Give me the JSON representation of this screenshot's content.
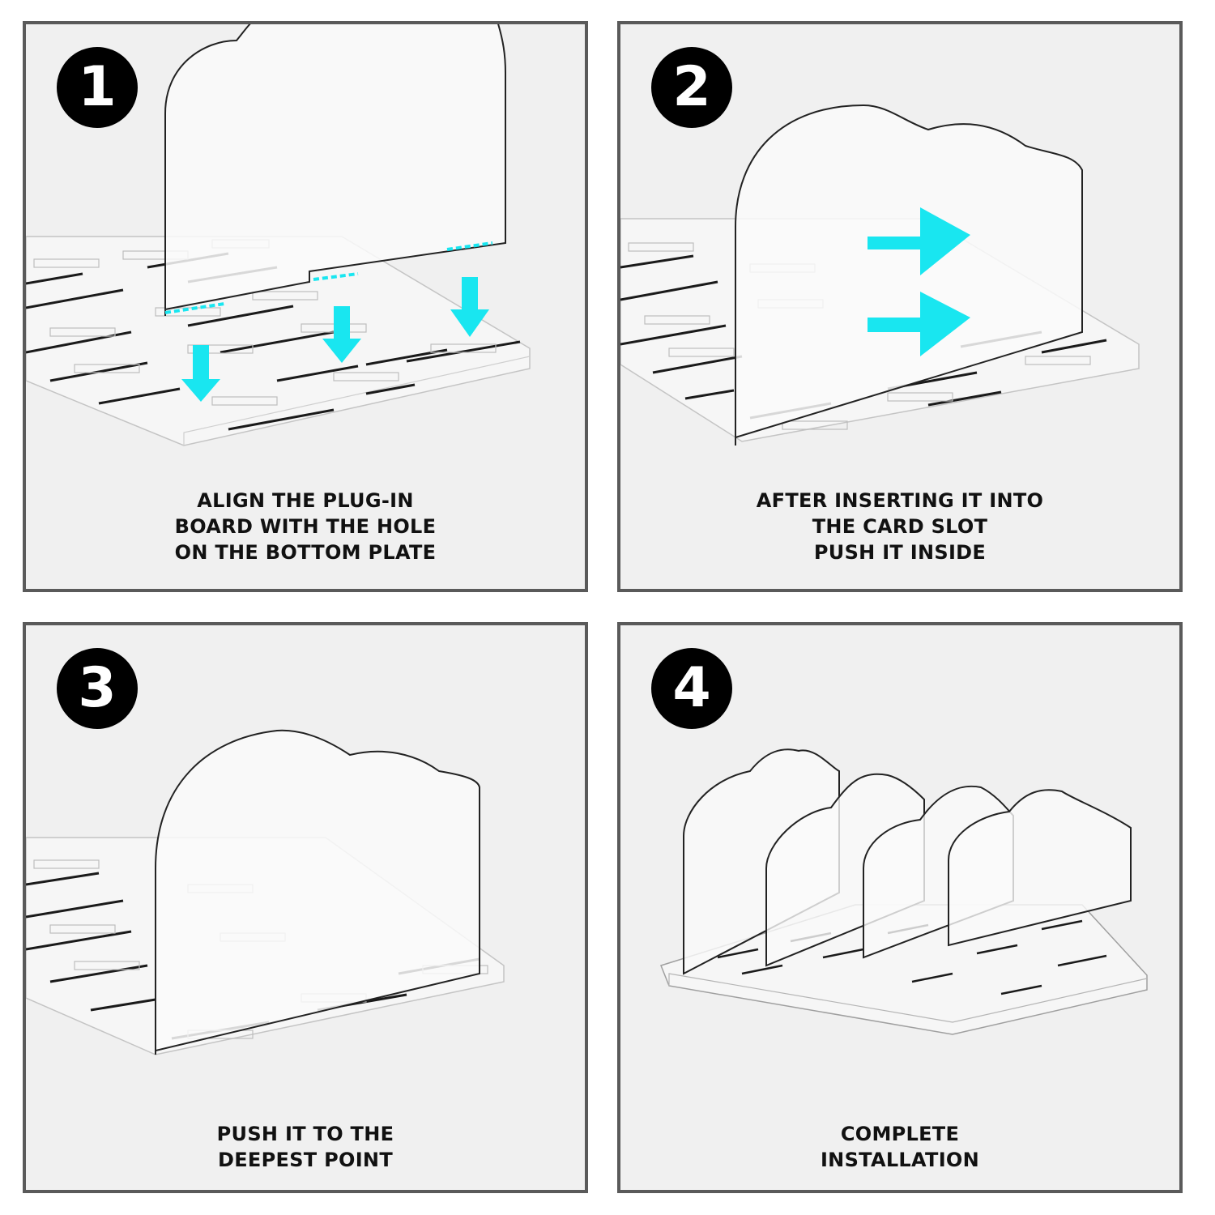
{
  "accent_color": "#19e6f0",
  "steps": [
    {
      "number": "1",
      "caption": [
        "ALIGN THE PLUG-IN",
        "BOARD WITH THE HOLE",
        "ON THE BOTTOM PLATE"
      ]
    },
    {
      "number": "2",
      "caption": [
        "AFTER INSERTING IT INTO",
        "THE CARD SLOT",
        "PUSH IT INSIDE"
      ]
    },
    {
      "number": "3",
      "caption": [
        "PUSH IT TO THE",
        "DEEPEST POINT"
      ]
    },
    {
      "number": "4",
      "caption": [
        "COMPLETE",
        "INSTALLATION"
      ]
    }
  ]
}
